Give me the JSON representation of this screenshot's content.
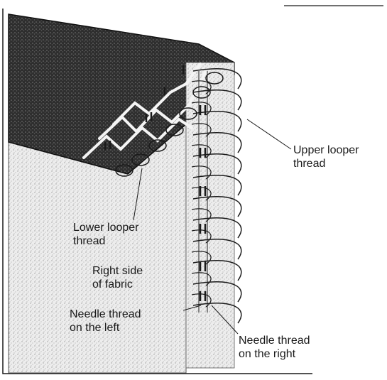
{
  "labels": {
    "upper_looper": [
      "Upper looper",
      "thread"
    ],
    "lower_looper": [
      "Lower looper",
      "thread"
    ],
    "right_side": [
      "Right side",
      "of fabric"
    ],
    "needle_left": [
      "Needle thread",
      "on the left"
    ],
    "needle_right": [
      "Needle thread",
      "on the right"
    ]
  },
  "colors": {
    "fabric_dark": "#2b2b2b",
    "fabric_light": "#e6e6e6",
    "thread": "#ffffff",
    "ink": "#1a1a1a"
  }
}
